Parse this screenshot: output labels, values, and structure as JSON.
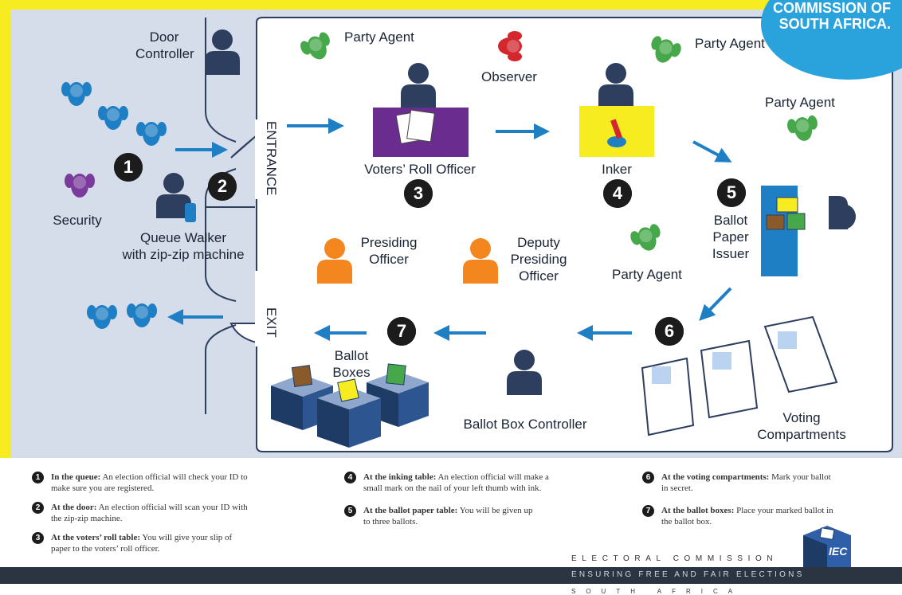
{
  "colors": {
    "yellow": "#f6ec1f",
    "bg_blue": "#d5dcea",
    "navy": "#2d3e5f",
    "blue": "#1f7fc4",
    "green": "#46a84a",
    "red": "#d3262d",
    "purple": "#7a3b9c",
    "orange": "#f3861f",
    "badge": "#2aa3dc"
  },
  "badge": {
    "line1": "COMMISSION OF",
    "line2": "SOUTH AFRICA."
  },
  "diagram": {
    "door_controller": [
      "Door",
      "Controller"
    ],
    "security": "Security",
    "queue_walker": [
      "Queue Walker",
      "with zip-zip machine"
    ],
    "entrance": "ENTRANCE",
    "exit": "EXIT",
    "party_agent": "Party Agent",
    "observer": "Observer",
    "voters_roll_officer": "Voters’ Roll Officer",
    "inker": "Inker",
    "ballot_paper_issuer": [
      "Ballot",
      "Paper",
      "Issuer"
    ],
    "presiding_officer": [
      "Presiding",
      "Officer"
    ],
    "deputy_presiding_officer": [
      "Deputy",
      "Presiding",
      "Officer"
    ],
    "ballot_boxes": [
      "Ballot",
      "Boxes"
    ],
    "ballot_box_controller": "Ballot Box Controller",
    "voting_compartments": [
      "Voting",
      "Compartments"
    ],
    "step_numbers": [
      "1",
      "2",
      "3",
      "4",
      "5",
      "6",
      "7"
    ]
  },
  "legend": [
    {
      "num": "1",
      "bold": "In the queue:",
      "text": " An election official will check your ID to",
      "text2": "make sure you are registered."
    },
    {
      "num": "2",
      "bold": "At the door:",
      "text": " An election official will scan your ID with",
      "text2": "the zip-zip machine."
    },
    {
      "num": "3",
      "bold": "At the voters’ roll table:",
      "text": " You will give your slip of",
      "text2": "paper to the voters’ roll officer."
    },
    {
      "num": "4",
      "bold": "At the inking table:",
      "text": " An election official will make a",
      "text2": "small mark on the nail of your left thumb with ink."
    },
    {
      "num": "5",
      "bold": "At the ballot paper table:",
      "text": " You will be given up",
      "text2": "to three ballots."
    },
    {
      "num": "6",
      "bold": "At the voting compartments:",
      "text": " Mark your ballot",
      "text2": "in secret."
    },
    {
      "num": "7",
      "bold": "At the ballot boxes:",
      "text": " Place your marked ballot in",
      "text2": "the ballot box."
    }
  ],
  "footer": {
    "org": "ELECTORAL COMMISSION",
    "tagline": "ENSURING FREE AND FAIR ELECTIONS",
    "country": "SOUTH AFRICA",
    "logo": "IEC"
  }
}
